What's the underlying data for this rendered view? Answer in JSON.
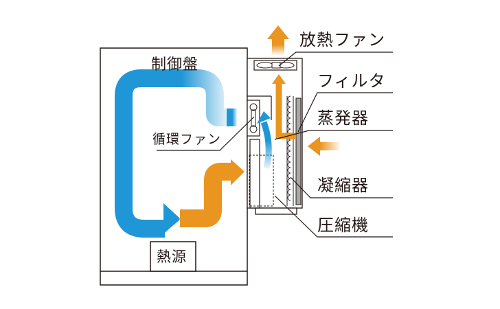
{
  "diagram": {
    "title": "",
    "colors": {
      "cold_air": "#1f96d6",
      "hot_air": "#ea9520",
      "line": "#231815",
      "filter": "#a8a8a8"
    },
    "labels": {
      "cabinet": "制御盤",
      "circulation_fan": "循環ファン",
      "heat_source": "熱源",
      "exhaust_fan": "放熱ファン",
      "filter": "フィルタ",
      "evaporator": "蒸発器",
      "condenser": "凝縮器",
      "compressor": "圧縮機"
    }
  }
}
